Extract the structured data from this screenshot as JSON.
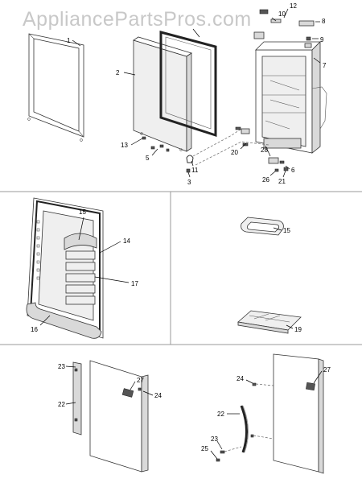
{
  "watermark": "AppliancePartsPros.com",
  "callouts": {
    "c1": "1",
    "c2": "2",
    "c3": "3",
    "c5": "5",
    "c6": "6",
    "c7": "7",
    "c8": "8",
    "c9": "9",
    "c10": "10",
    "c12": "12",
    "c13": "13",
    "c20": "20",
    "c21": "21",
    "c26": "26",
    "c28": "28",
    "c11": "11",
    "c15a": "15",
    "c14": "14",
    "c17": "17",
    "c16": "16",
    "c15b": "15",
    "c19": "19",
    "c23a": "23",
    "c27a": "27",
    "c24a": "24",
    "c22a": "22",
    "c24b": "24",
    "c27b": "27",
    "c22b": "22",
    "c23b": "23",
    "c25": "25"
  }
}
